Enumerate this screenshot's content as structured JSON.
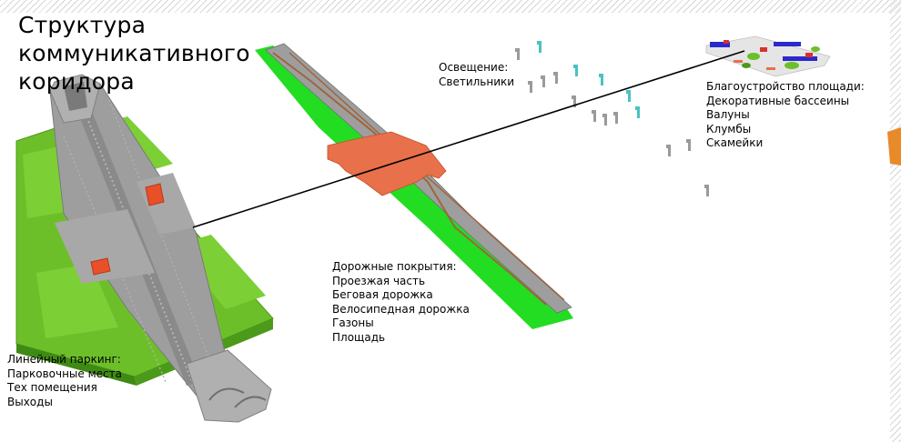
{
  "title": {
    "lines": [
      "Структура",
      "коммуникативного",
      "коридора"
    ]
  },
  "labels": {
    "parking": {
      "heading": "Линейный паркинг:",
      "items": [
        "Парковочные места",
        "Тех помещения",
        "Выходы"
      ]
    },
    "roads": {
      "heading": "Дорожные покрытия:",
      "items": [
        "Проезжая часть",
        "Беговая дорожка",
        "Велосипедная дорожка",
        "Газоны",
        "Площадь"
      ]
    },
    "lighting": {
      "heading": "Освещение:",
      "items": [
        "Светильники"
      ]
    },
    "square": {
      "heading": "Благоустройство площади:",
      "items": [
        "Декоративные бассеины",
        "Валуны",
        "Клумбы",
        "Скамейки"
      ]
    }
  },
  "colors": {
    "grass": "#6dbf2a",
    "grass_dark": "#4c9a1a",
    "road": "#9e9e9e",
    "road_dark": "#7a7a7a",
    "square": "#e8704a",
    "bright_green": "#22dd22",
    "orange": "#e8502a",
    "pool_blue": "#2a2acc",
    "bike_path": "#a0643c",
    "lamp_gray": "#9a9a9a",
    "lamp_cyan": "#4ac2c2"
  }
}
